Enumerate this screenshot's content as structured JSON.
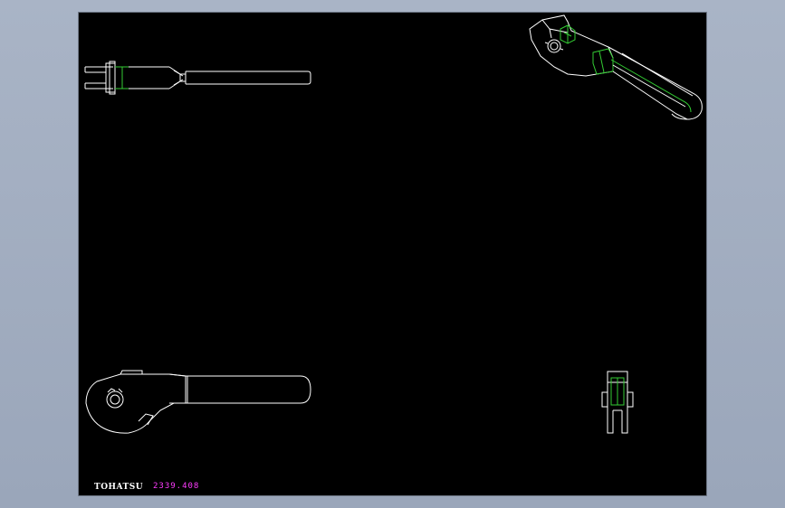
{
  "drawing": {
    "logo_text": "TOHATSU",
    "part_number": "2339.408"
  },
  "colors": {
    "page_background": "#a1adbf",
    "viewport_background": "#000000",
    "line_white": "#ffffff",
    "line_green": "#33cc33",
    "part_number_magenta": "#ff3cff"
  },
  "views": [
    "top-view",
    "isometric-view",
    "front-view",
    "side-view"
  ]
}
